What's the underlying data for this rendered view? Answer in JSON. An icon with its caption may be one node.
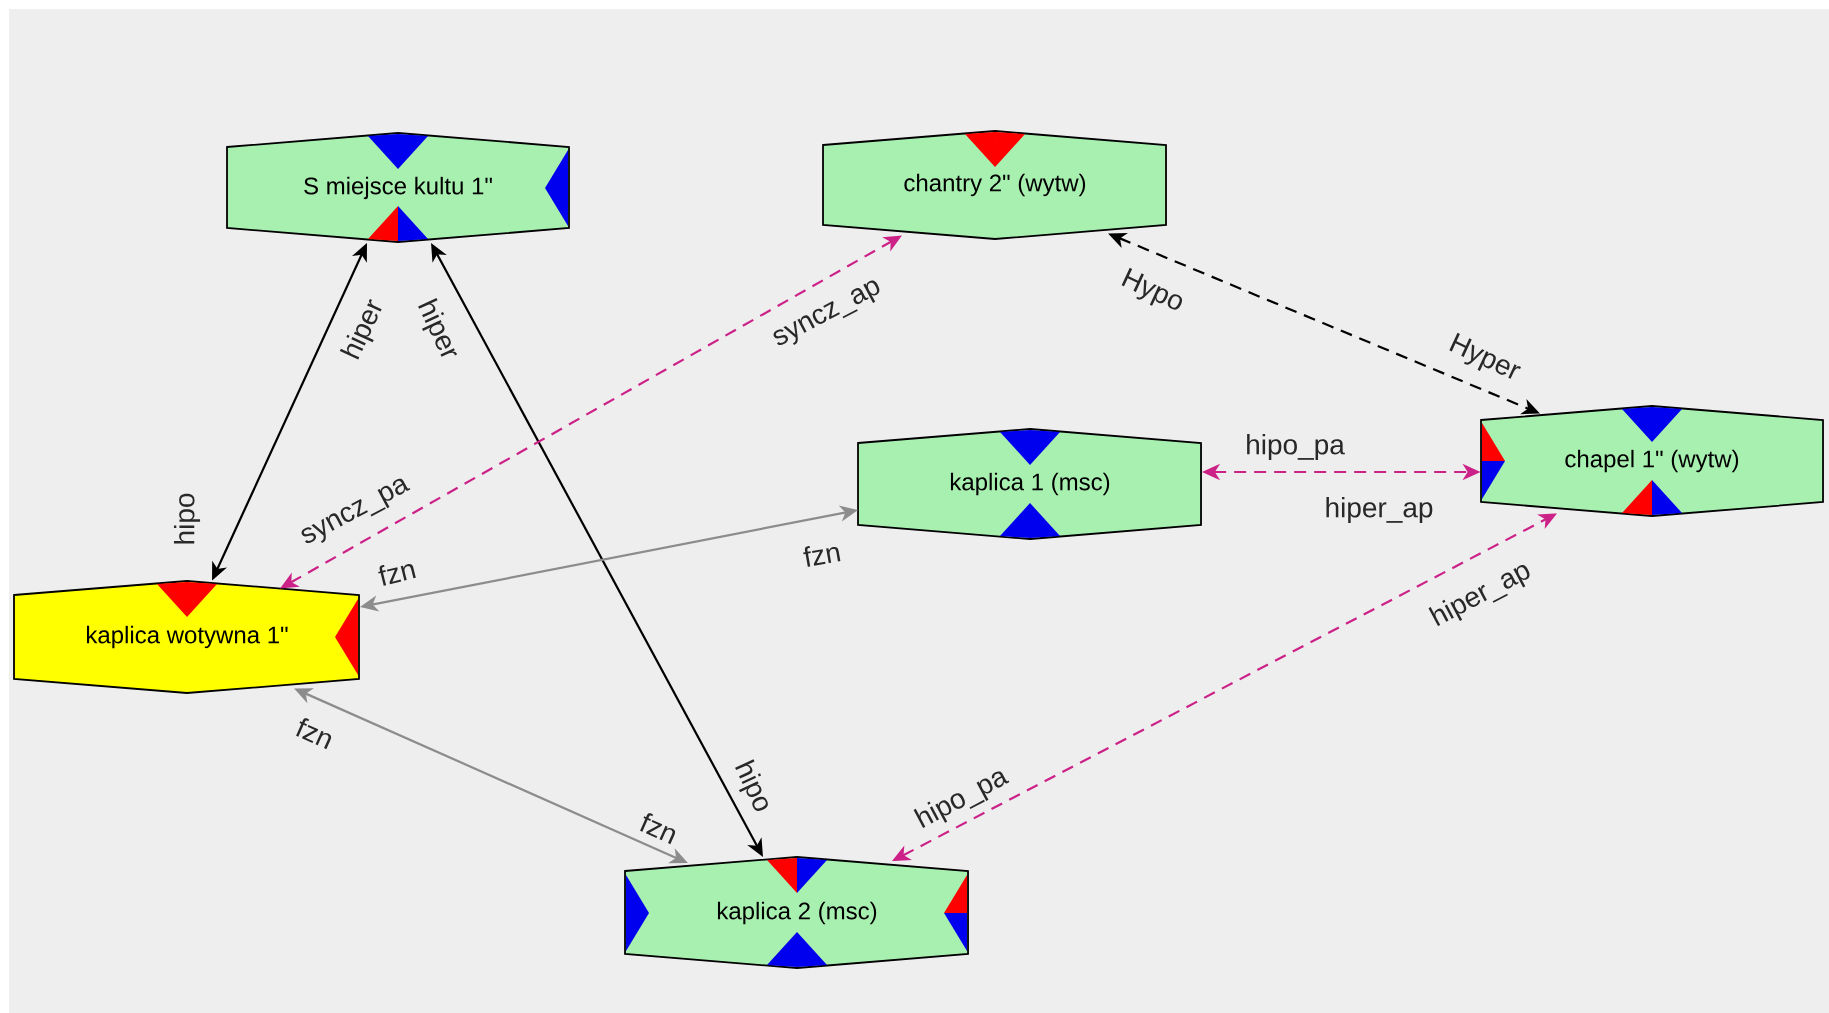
{
  "diagram": {
    "nodes": [
      {
        "text": [
          "S miejsce kultu 1\""
        ]
      },
      {
        "text": [
          "chantry 2\" (wytw)"
        ]
      },
      {
        "text": [
          "kaplica 1 (msc)"
        ]
      },
      {
        "text": [
          "chapel 1\" (wytw)"
        ]
      },
      {
        "text": [
          "kaplica wotywna 1\""
        ]
      },
      {
        "text": [
          "kaplica 2 (msc)"
        ]
      }
    ],
    "edges": [
      {
        "from": 4,
        "to": 0,
        "arrow": "both",
        "label": "hipo"
      },
      {
        "from": 0,
        "to": 5,
        "arrow": "both",
        "label": "hiper"
      },
      {
        "from": 4,
        "to": 1,
        "arrow": "both",
        "label": "syncz_pa",
        "style": "dashed",
        "color": "#cc2288"
      },
      {
        "from": 1,
        "to": 3,
        "arrow": "both",
        "label": "Hypo",
        "style": "dashed"
      },
      {
        "from": 4,
        "to": 2,
        "arrow": "both",
        "label": "fzn",
        "color": "#8c8c8c"
      },
      {
        "from": 2,
        "to": 3,
        "arrow": "both",
        "label": "hipo_pa",
        "style": "dashed",
        "color": "#cc2288"
      },
      {
        "from": 4,
        "to": 5,
        "arrow": "both",
        "label": "fzn",
        "color": "#8c8c8c"
      },
      {
        "from": 5,
        "to": 3,
        "arrow": "both",
        "label": "hipo_pa",
        "style": "dashed",
        "color": "#cc2288"
      }
    ],
    "labels": [
      "hiper",
      "hipo",
      "syncz_ap",
      "Hyper",
      "fzn",
      "hiper_ap",
      "fzn",
      "hiper_ap"
    ]
  }
}
